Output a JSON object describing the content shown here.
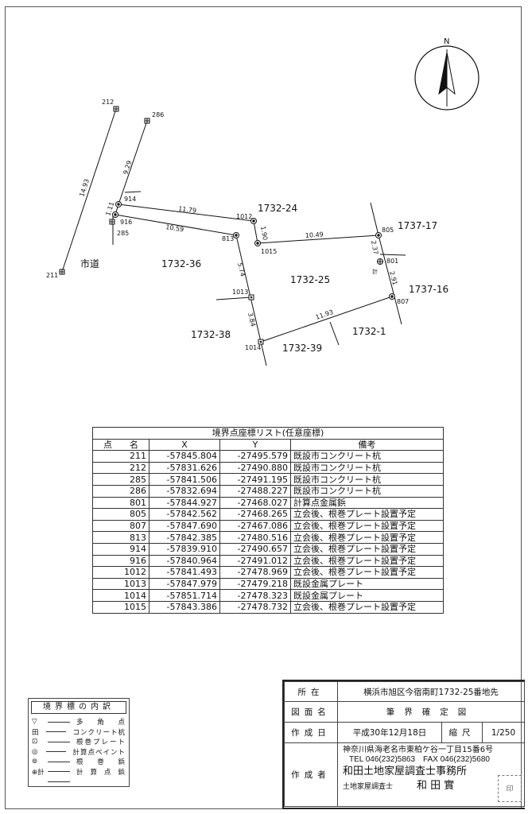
{
  "compass": {
    "north_label": "N"
  },
  "points": {
    "p212": "212",
    "p286": "286",
    "p914": "914",
    "p916": "916",
    "p285": "285",
    "p211": "211",
    "p1012": "1012",
    "p813": "813",
    "p1015": "1015",
    "p805": "805",
    "p801": "801",
    "p801_note": "計",
    "p807": "807",
    "p1013": "1013",
    "p1014": "1014"
  },
  "distances": {
    "d211_212": "14.93",
    "d286_914": "9.29",
    "d914_916": "1.11",
    "d914_1012": "11.79",
    "d916_813": "10.59",
    "d1012_1015": "1.90",
    "d1015_805": "10.49",
    "d805_801": "2.37",
    "d801_807": "2.91",
    "d813_1013": "5.74",
    "d1013_1014": "3.84",
    "d1014_807": "11.93"
  },
  "parcels": {
    "road": "市道",
    "p1732_36": "1732-36",
    "p1732_24": "1732-24",
    "p1732_25": "1732-25",
    "p1737_17": "1737-17",
    "p1737_16": "1737-16",
    "p1732_38": "1732-38",
    "p1732_39": "1732-39",
    "p1732_1": "1732-1"
  },
  "coord_table": {
    "title": "境界点座標リスト(任意座標)",
    "headers": {
      "name": "点　　名",
      "x": "X",
      "y": "Y",
      "note": "備考"
    },
    "rows": [
      {
        "name": "211",
        "x": "-57845.804",
        "y": "-27495.579",
        "note": "既設市コンクリート杭"
      },
      {
        "name": "212",
        "x": "-57831.626",
        "y": "-27490.880",
        "note": "既設市コンクリート杭"
      },
      {
        "name": "285",
        "x": "-57841.506",
        "y": "-27491.195",
        "note": "既設市コンクリート杭"
      },
      {
        "name": "286",
        "x": "-57832.694",
        "y": "-27488.227",
        "note": "既設市コンクリート杭"
      },
      {
        "name": "801",
        "x": "-57844.927",
        "y": "-27468.027",
        "note": "計算点金属鋲"
      },
      {
        "name": "805",
        "x": "-57842.562",
        "y": "-27468.265",
        "note": "立会後、根巻プレート設置予定"
      },
      {
        "name": "807",
        "x": "-57847.690",
        "y": "-27467.086",
        "note": "立会後、根巻プレート設置予定"
      },
      {
        "name": "813",
        "x": "-57842.385",
        "y": "-27480.516",
        "note": "立会後、根巻プレート設置予定"
      },
      {
        "name": "914",
        "x": "-57839.910",
        "y": "-27490.657",
        "note": "立会後、根巻プレート設置予定"
      },
      {
        "name": "916",
        "x": "-57840.964",
        "y": "-27491.012",
        "note": "立会後、根巻プレート設置予定"
      },
      {
        "name": "1012",
        "x": "-57841.493",
        "y": "-27478.969",
        "note": "立会後、根巻プレート設置予定"
      },
      {
        "name": "1013",
        "x": "-57847.979",
        "y": "-27479.218",
        "note": "既設金属プレート"
      },
      {
        "name": "1014",
        "x": "-57851.714",
        "y": "-27478.323",
        "note": "既設金属プレート"
      },
      {
        "name": "1015",
        "x": "-57843.386",
        "y": "-27478.732",
        "note": "立会後、根巻プレート設置予定"
      }
    ]
  },
  "legend": {
    "title": "境界標の内訳",
    "items": [
      {
        "symbol": "▽",
        "label": "多角点"
      },
      {
        "symbol": "田",
        "label": "コンクリート杭"
      },
      {
        "symbol": "⊡",
        "label": "根巻プレート"
      },
      {
        "symbol": "◎",
        "label": "計算点ペイント"
      },
      {
        "symbol": "⊚",
        "label": "根巻鋲"
      },
      {
        "symbol": "⊕計",
        "label": "計算点鋲"
      }
    ]
  },
  "title_block": {
    "location_label": "所在",
    "location": "横浜市旭区今宿南町1732-25番地先",
    "drawing_label": "図面名",
    "drawing": "筆界確定図",
    "date_label": "作成日",
    "date": "平成30年12月18日",
    "scale_label": "縮尺",
    "scale": "1/250",
    "author_label": "作成者",
    "address": "神奈川県海老名市東柏ケ谷一丁目15番6号",
    "phone": "TEL 046(232)5863　FAX 046(232)5680",
    "office": "和田土地家屋調査士事務所",
    "title": "土地家屋調査士",
    "person": "和 田 實",
    "seal": "印"
  }
}
